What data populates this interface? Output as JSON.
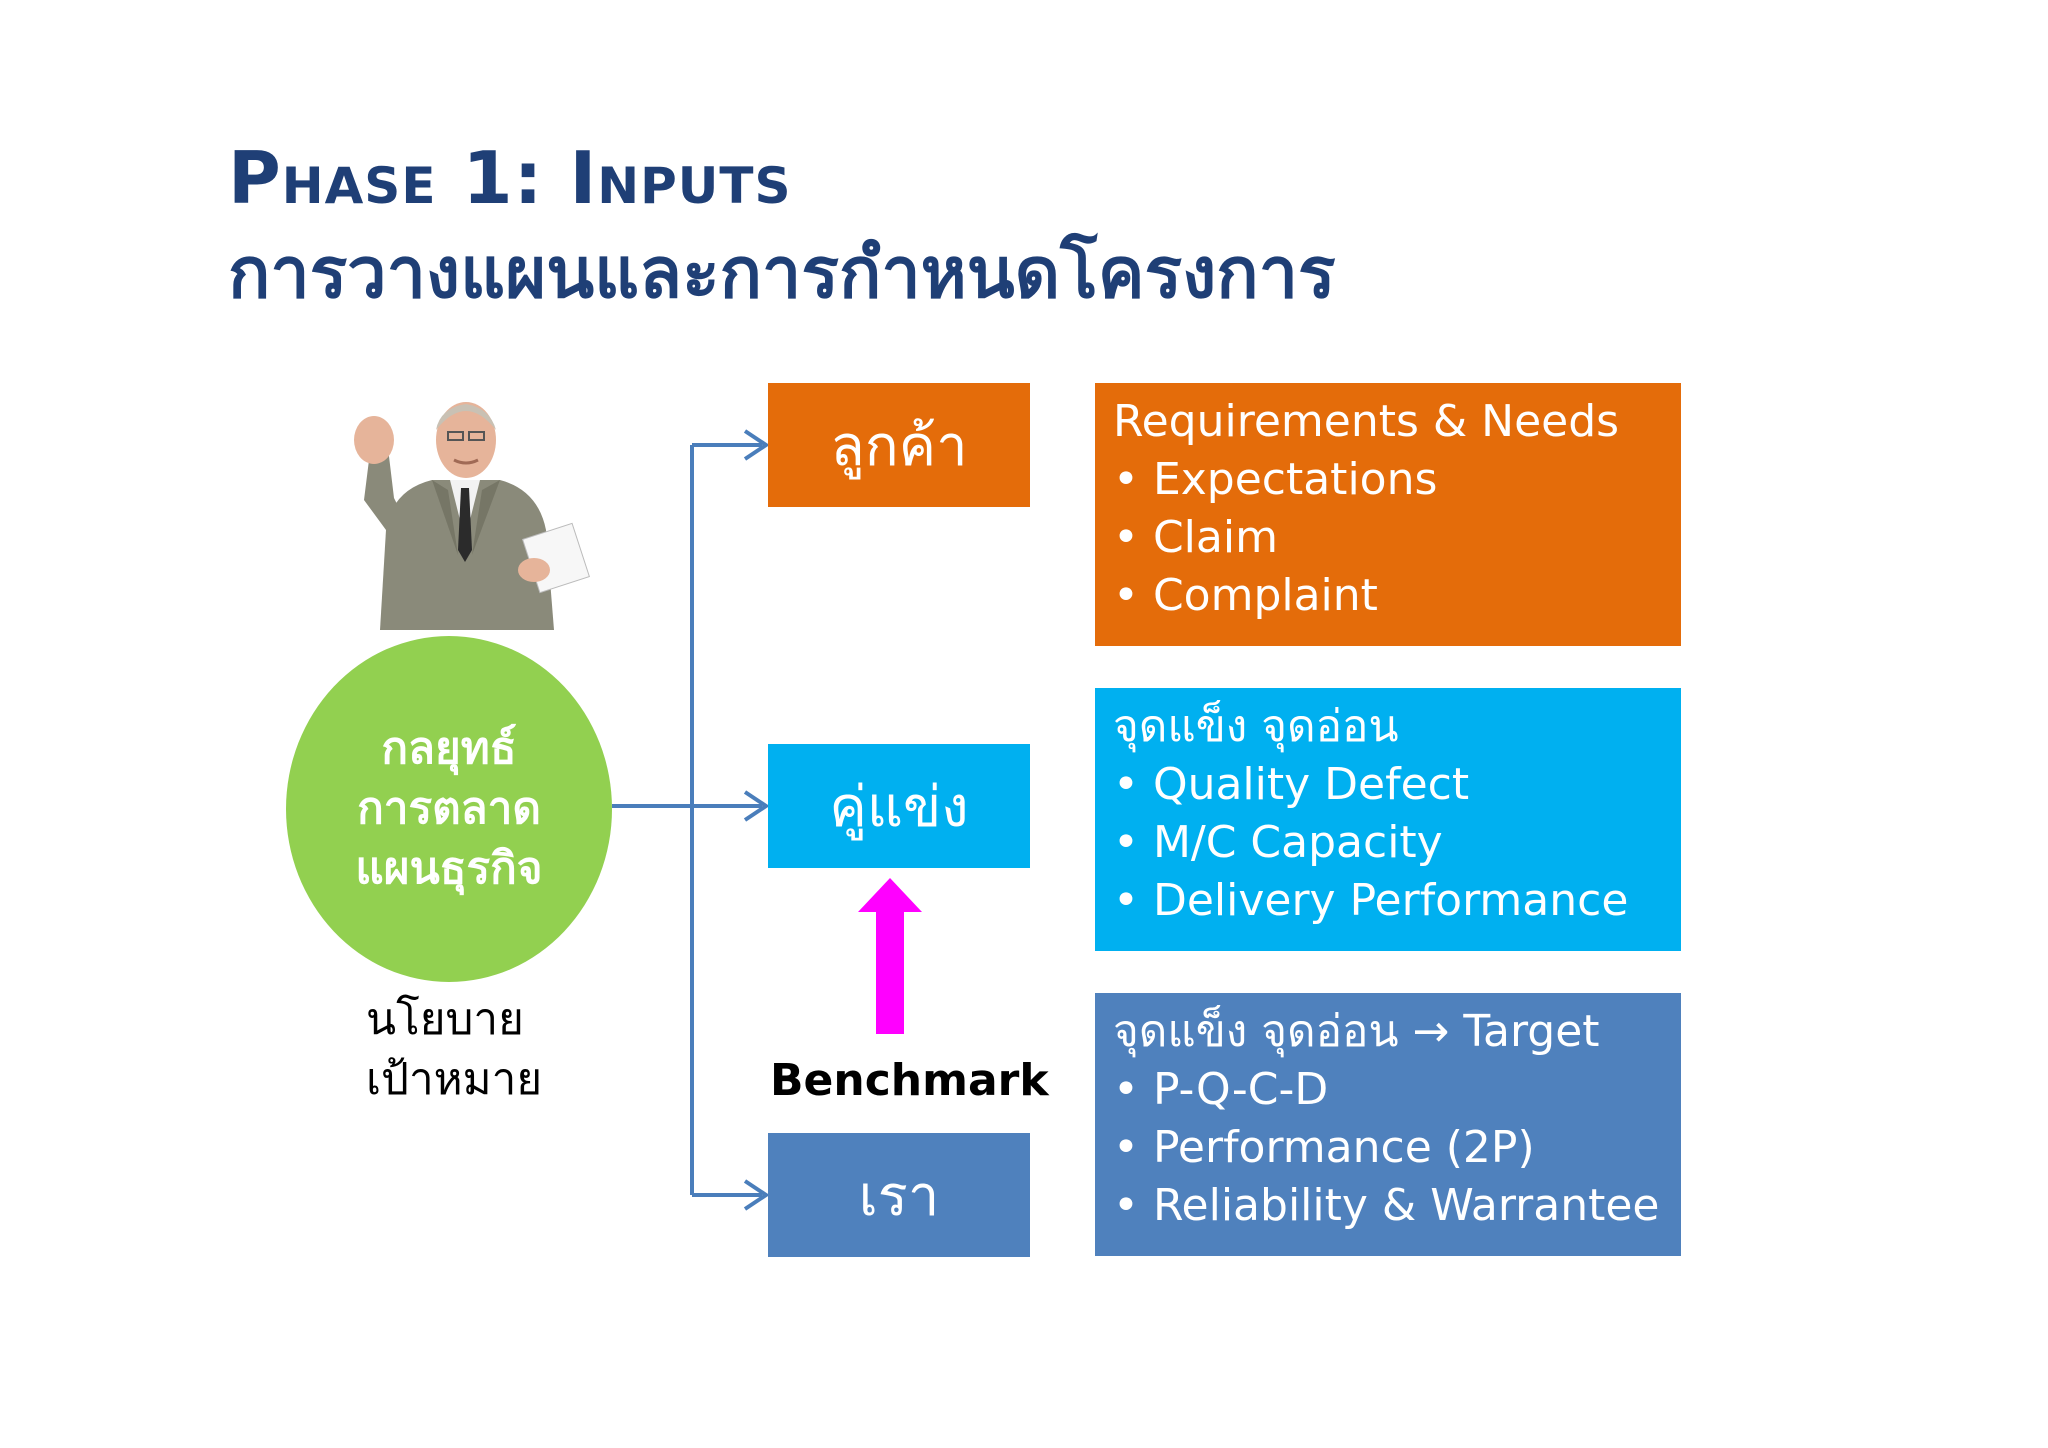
{
  "title": {
    "line1": "Phase 1: Inputs",
    "line2": "การวางแผนและการกำหนดโครงการ"
  },
  "strategy": {
    "lines": [
      "กลยุทธ์",
      "การตลาด",
      "แผนธุรกิจ"
    ]
  },
  "policy": {
    "lines": [
      "นโยบาย",
      "เป้าหมาย"
    ]
  },
  "targets": {
    "customer": "ลูกค้า",
    "competitor": "คู่แข่ง",
    "us": "เรา"
  },
  "benchmark_label": "Benchmark",
  "details": {
    "customer": {
      "heading": "Requirements & Needs",
      "items": [
        "• Expectations",
        "• Claim",
        "• Complaint"
      ]
    },
    "competitor": {
      "heading": "จุดแข็ง จุดอ่อน",
      "items": [
        "• Quality Defect",
        "• M/C Capacity",
        "• Delivery Performance"
      ]
    },
    "us": {
      "heading": "จุดแข็ง จุดอ่อน → Target",
      "items": [
        "• P-Q-C-D",
        "• Performance (2P)",
        "• Reliability & Warrantee"
      ]
    }
  },
  "colors": {
    "title": "#1f3f76",
    "strategy_circle": "#92d050",
    "customer": "#e46c0a",
    "competitor": "#00b0f0",
    "us": "#4f81bd",
    "connector": "#4a7ebb",
    "benchmark_arrow": "#ff00ff"
  },
  "icons": {
    "presenter": "businessman-illustration",
    "connector": "arrow-right-icon",
    "benchmark": "arrow-up-icon"
  }
}
